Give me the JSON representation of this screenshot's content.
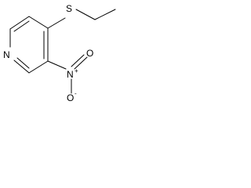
{
  "molecule": {
    "atoms": {
      "ring_nitrogen": "N",
      "sulfur": "S",
      "nitro_nitrogen": "N",
      "nitro_nitrogen_charge": "+",
      "oxygen_top": "O",
      "oxygen_bottom": "O",
      "oxygen_bottom_charge": "-"
    }
  }
}
